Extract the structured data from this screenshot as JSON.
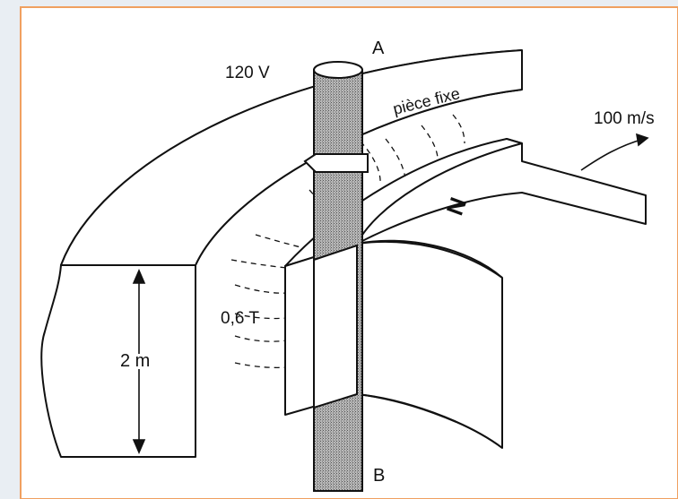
{
  "labels": {
    "terminal_a": "A",
    "terminal_b": "B",
    "voltage": "120 V",
    "fixed_part": "pièce fixe",
    "speed": "100 m/s",
    "pole": "N",
    "flux_density": "0,6 T",
    "height": "2 m"
  },
  "colors": {
    "frame_border": "#f0a060",
    "backdrop": "#e9eef3",
    "paper": "#ffffff",
    "ink": "#111111",
    "conductor_fill": "#9a9a9a"
  }
}
